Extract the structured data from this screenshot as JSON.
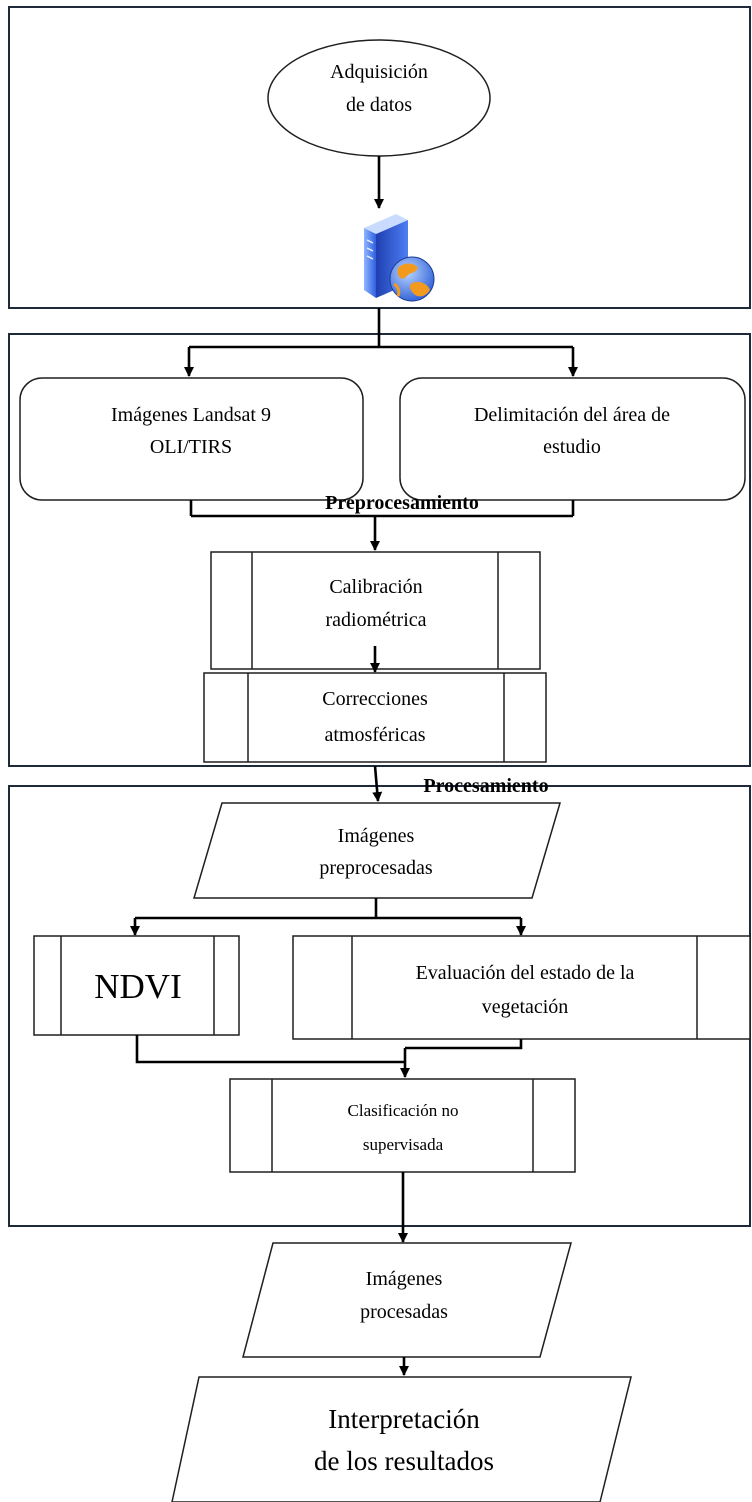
{
  "start": {
    "line1": "Adquisición",
    "line2": "de datos",
    "icon": "server-globe-icon"
  },
  "inputs": {
    "landsat": {
      "line1": "Imágenes Landsat 9",
      "line2": "OLI/TIRS"
    },
    "area": {
      "line1": "Delimitación del área de",
      "line2": "estudio"
    }
  },
  "sections": {
    "preproc": "Preprocesamiento",
    "proc": "Procesamiento"
  },
  "calibration": {
    "line1": "Calibración",
    "line2": "radiométrica"
  },
  "corrections": {
    "line1": "Correcciones",
    "line2": "atmosféricas"
  },
  "preprocessed": {
    "line1": "Imágenes",
    "line2": "preprocesadas"
  },
  "ndvi": "NDVI",
  "evaluation": {
    "line1": "Evaluación del estado de la",
    "line2": "vegetación"
  },
  "classification": {
    "line1": "Clasificación no",
    "line2": "supervisada"
  },
  "processed": {
    "line1": "Imágenes",
    "line2": "procesadas"
  },
  "interpretation": {
    "line1": "Interpretación",
    "line2": "de los resultados"
  }
}
